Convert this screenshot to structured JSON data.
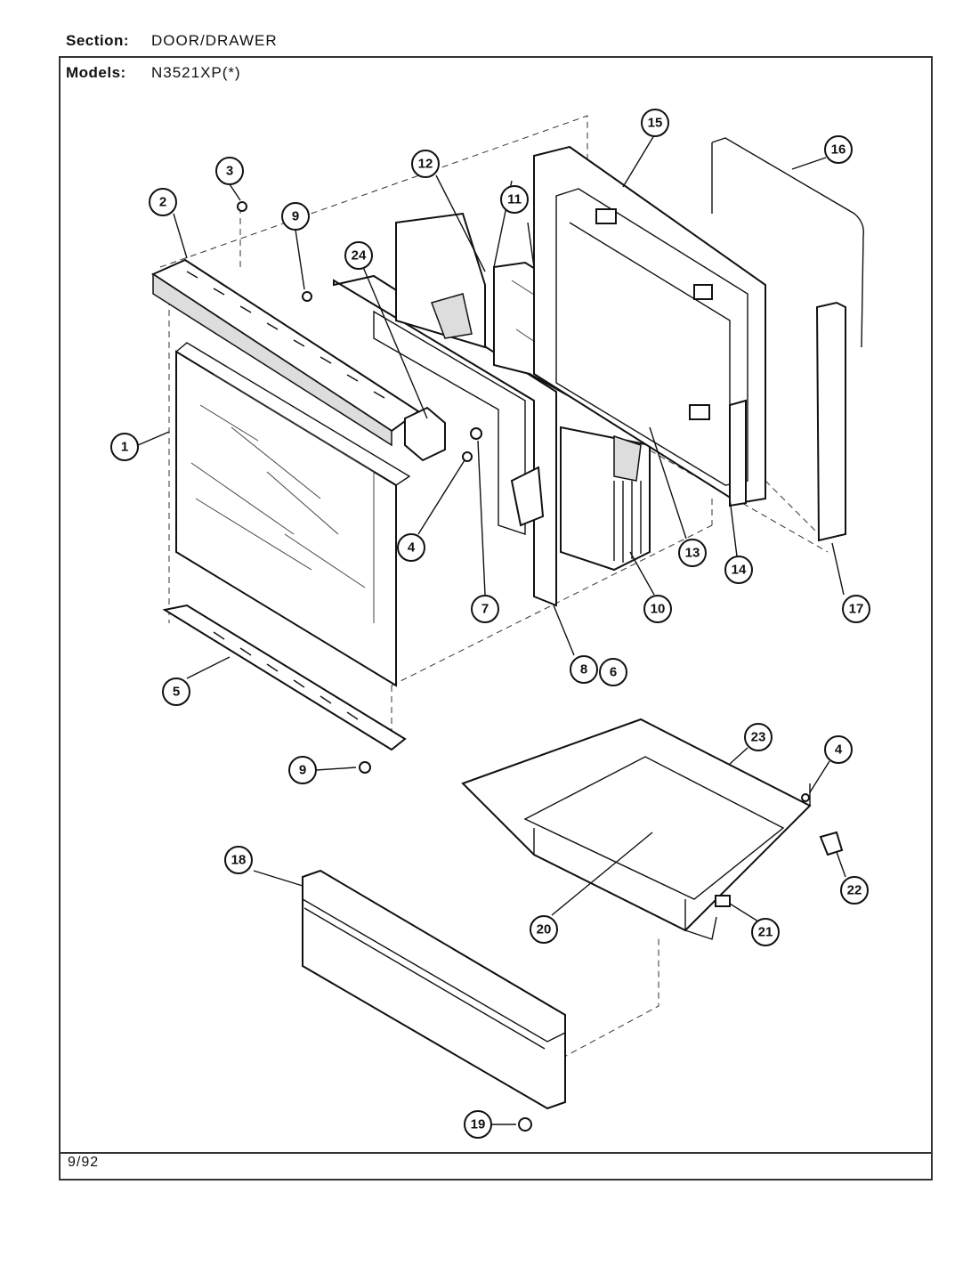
{
  "header": {
    "section_label": "Section:",
    "section_value": "DOOR/DRAWER",
    "models_label": "Models:",
    "models_value": "N3521XP(*)"
  },
  "footer": {
    "date": "9/92"
  },
  "callouts": [
    "1",
    "2",
    "3",
    "4",
    "5",
    "6",
    "7",
    "8",
    "9",
    "10",
    "11",
    "12",
    "13",
    "14",
    "15",
    "16",
    "17",
    "18",
    "19",
    "20",
    "21",
    "22",
    "23",
    "24"
  ]
}
